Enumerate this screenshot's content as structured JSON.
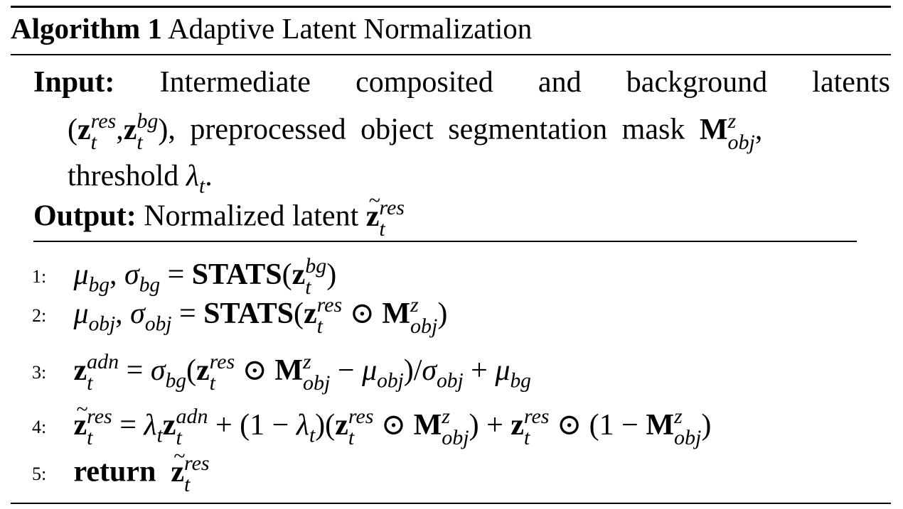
{
  "algorithm": {
    "label": "Algorithm 1",
    "title": "Adaptive Latent Normalization"
  },
  "input": {
    "label": "Input:",
    "words_line1": [
      "Intermediate",
      "composited",
      "and",
      "background",
      "latents"
    ],
    "line2_text": ", preprocessed object segmentation mask",
    "line3_text": "threshold"
  },
  "output": {
    "label": "Output:",
    "text": "Normalized latent"
  },
  "steps": {
    "s1": {
      "num": "1:",
      "fn": "STATS"
    },
    "s2": {
      "num": "2:",
      "fn": "STATS"
    },
    "s3": {
      "num": "3:"
    },
    "s4": {
      "num": "4:"
    },
    "s5": {
      "num": "5:",
      "keyword": "return"
    }
  }
}
